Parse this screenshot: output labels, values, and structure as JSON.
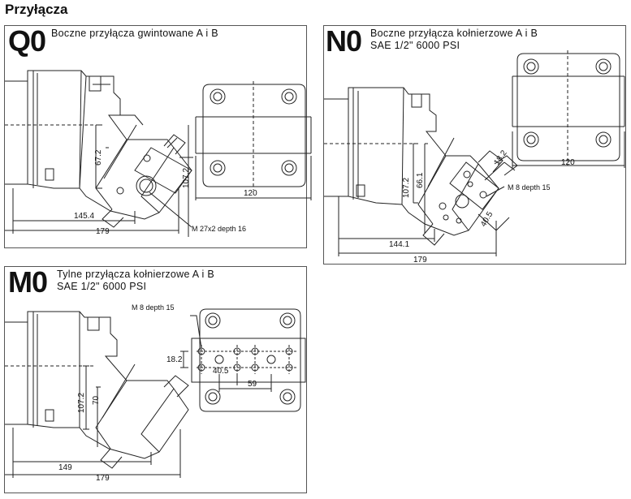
{
  "heading": "Przyłącza",
  "panels": {
    "q0": {
      "code": "Q0",
      "desc_line1": "Boczne przyłącza gwintowane A i B",
      "dims": {
        "d145": "145.4",
        "d179": "179",
        "d672": "67.2",
        "d1072": "107.2",
        "d120": "120"
      },
      "thread_note": "M 27x2 depth 16"
    },
    "n0": {
      "code": "N0",
      "desc_line1": "Boczne przyłącza kołnierzowe A i B",
      "desc_line2": "SAE 1/2\" 6000 PSI",
      "dims": {
        "d1441": "144.1",
        "d179": "179",
        "d661": "66.1",
        "d1072": "107.2",
        "d120": "120",
        "d182": "18.2",
        "d405": "40.5"
      },
      "thread_note": "M 8 depth 15"
    },
    "m0": {
      "code": "M0",
      "desc_line1": "Tylne przyłącza kołnierzowe A i B",
      "desc_line2": "SAE 1/2\" 6000 PSI",
      "dims": {
        "d149": "149",
        "d179": "179",
        "d70": "70",
        "d1072": "107.2",
        "d182": "18.2",
        "d405": "40.5",
        "d59": "59"
      },
      "thread_note": "M 8 depth 15"
    }
  }
}
